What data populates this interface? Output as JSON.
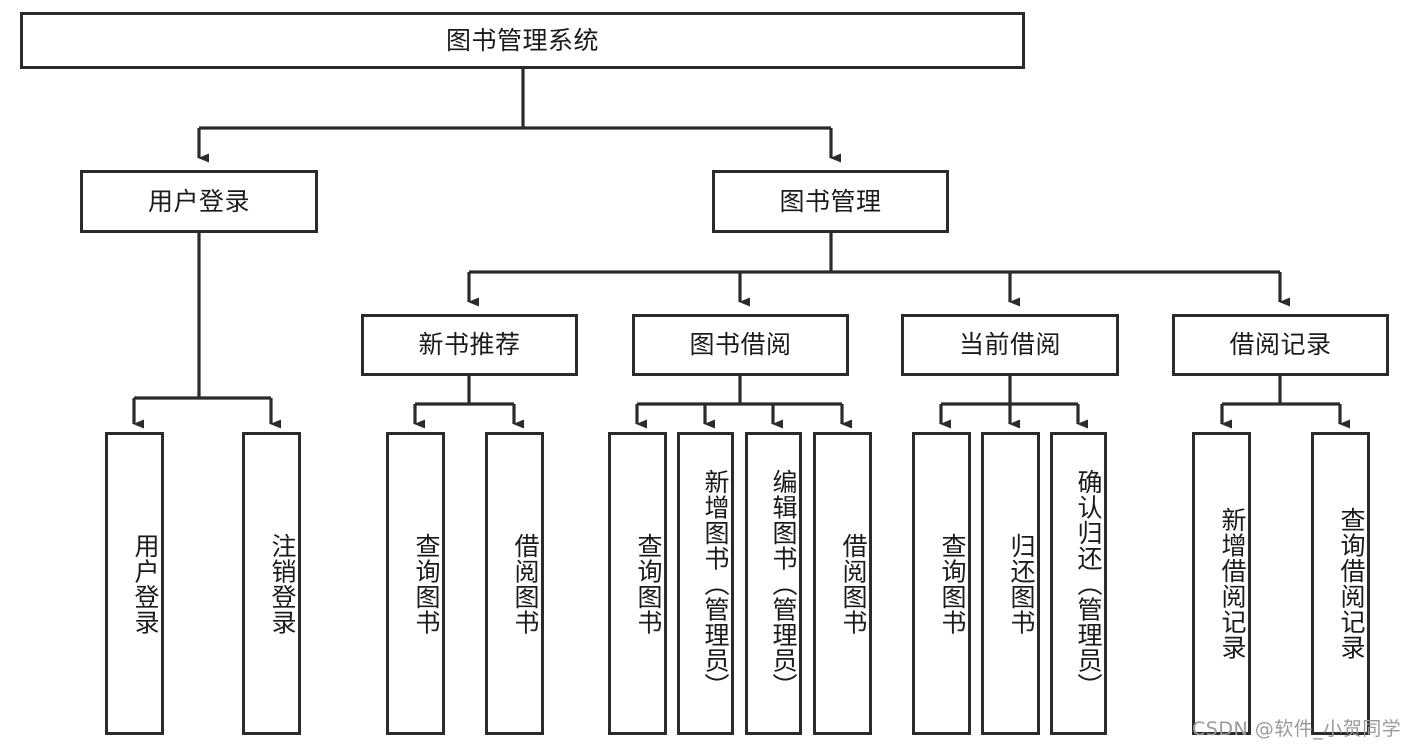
{
  "diagram": {
    "title": "图书管理系统",
    "type": "tree-hierarchy-chart",
    "root": {
      "label": "图书管理系统"
    },
    "level2": [
      {
        "label": "用户登录"
      },
      {
        "label": "图书管理"
      }
    ],
    "level3": [
      {
        "label": "新书推荐"
      },
      {
        "label": "图书借阅"
      },
      {
        "label": "当前借阅"
      },
      {
        "label": "借阅记录"
      }
    ],
    "leaves": {
      "user_login": [
        {
          "label": "用户登录"
        },
        {
          "label": "注销登录"
        }
      ],
      "new_book_recommend": [
        {
          "label": "查询图书"
        },
        {
          "label": "借阅图书"
        }
      ],
      "book_borrow": [
        {
          "label": "查询图书"
        },
        {
          "label": "新增图书（管理员）"
        },
        {
          "label": "编辑图书（管理员）"
        },
        {
          "label": "借阅图书"
        }
      ],
      "current_borrow": [
        {
          "label": "查询图书"
        },
        {
          "label": "归还图书"
        },
        {
          "label": "确认归还（管理员）"
        }
      ],
      "borrow_record": [
        {
          "label": "新增借阅记录"
        },
        {
          "label": "查询借阅记录"
        }
      ]
    }
  },
  "watermark": {
    "text": "CSDN @软件_小贺同学"
  },
  "colors": {
    "stroke": "#2b2b2b",
    "background": "#ffffff",
    "text": "#1b1b1b",
    "watermark": "#9a9a9a"
  }
}
